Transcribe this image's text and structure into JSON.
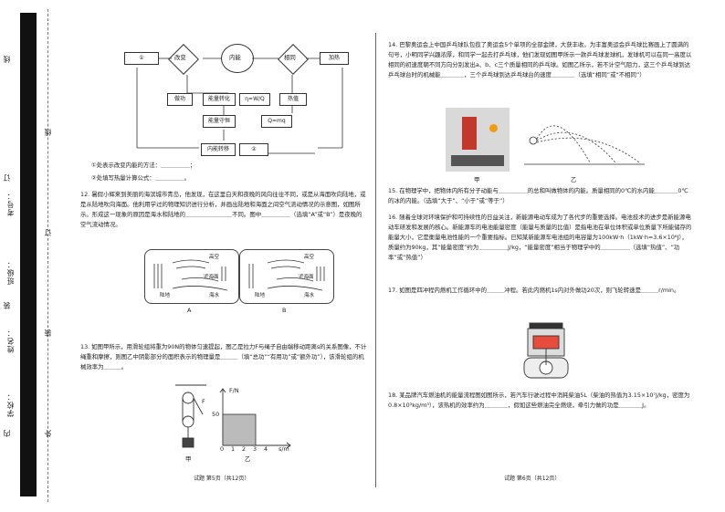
{
  "binding": {
    "labels": [
      "学校：",
      "姓名：",
      "班级：",
      "考号："
    ],
    "marks": [
      "外",
      "装",
      "订",
      "线",
      "内",
      "装",
      "订",
      "线"
    ]
  },
  "diagram": {
    "nodes": {
      "n1": "①",
      "n_change": "改变",
      "n_inner": "内能",
      "n_equal": "相同",
      "n_heat": "加热",
      "n_doing": "做功",
      "n_energy_conv": "能量转化",
      "n_eta": "η=W/Q",
      "n_calc": "热值",
      "n_energy_cons": "能量守恒",
      "n_qmq": "Q=mq",
      "n_transfer": "内能转移",
      "n2": "②"
    }
  },
  "left": {
    "q11_sub1": "①处表示改变内能的方法：",
    "q11_sub2": "②处填写热量计算公式：",
    "q12_text": "12. 暑假小辉来到美丽的海滨城市青岛，他发现，在这里白天和夜晚的风向往往不同，或是从海面吹向陆地，或是从陆地吹向海面。他利用学过的物理知识进行分析，并画出陆地和海面之间空气流动情况的示意图，如图所示。形成这一现象的原因是海水和陆地的＿＿＿＿＿＿＿＿不同。图中＿＿＿＿＿（选填“A”或“B”）是夜晚的空气流动情况。",
    "figA": {
      "sky": "高空",
      "near_sea": "近海面",
      "land": "陆地",
      "sea": "海水",
      "label": "A"
    },
    "figB": {
      "sky": "高空",
      "near_sea": "近海面",
      "land": "陆地",
      "sea": "海水",
      "label": "B"
    },
    "q13_text": "13. 如图甲所示，用滑轮组将重为90N的物体匀速提起，图乙是拉力F与绳子自由端移动距离s的关系图像，不计绳重和摩擦，则图乙中阴影部分的面积表示的物理量是＿＿＿（填“总功”“有用功”或“额外功”），该滑轮组的机械效率为＿＿＿。",
    "fig13": {
      "F_label": "F",
      "jia": "甲",
      "yi": "乙",
      "yaxis": "F/N",
      "xaxis": "s/m",
      "ytick": "50",
      "xticks": [
        "0",
        "1",
        "2",
        "3",
        "4"
      ]
    },
    "footer": "试题 第5页（共12页）"
  },
  "right": {
    "q14_text": "14. 巴黎奥运会上中国乒乓球队包揽了奥运会5个单项的全部金牌，大获丰收。为丰富奥运会乒乓球比赛画上了圆满的句号，小明同学兴趣浓厚，和同学一起去打乒乓球，他们发现如图甲所示一款乒乓球发球机，发球机可以在同一高度以相同的初速度朝不同方向分别发出a、b、c三个质量相同的乒乓球。如图乙所示，若不计空气阻力，这三个乒乓球到达乒乓球台时的机械能＿＿＿＿，三个乒乓球到达乒乓球台的速度＿＿＿＿（选填“相同”或“不相同”）",
    "fig14": {
      "jia": "甲",
      "yi": "乙"
    },
    "q15_text": "15. 在物理学中，把物体内所有分子动能与＿＿＿＿＿的总和叫做物体的内能。质量相同的0℃的水内能＿＿＿＿0℃的冰的内能。（选填“大于”、“小于”或“等于”）",
    "q16_text": "16. 随着全球对环境保护和可持续性的日益关注，新能源电动车成为了各代步的重要选择。电池技术的进步是新能源电动车研发和发展的核心。新能源车的电池能量密度（能量与质量的比值）是指电池在单位体积或单位质量下所能储存的能量大小，它是衡量电池性能的一个重要指标。已知某新能源车电池组的电容量为100kW·h（1kW·h=3.6×10⁶J），质量约为90kg，其“能量密度”约为＿＿＿＿＿J/kg，“能量密度”相当于物理学中的＿＿＿＿＿（选填“热值”、“功率”或“热值”）",
    "q17_text": "17. 如图是四冲程内燃机工作循环中的＿＿＿冲程。若此内燃机1s内对外做功20次，则飞轮转速是＿＿＿r/min。",
    "q18_text": "18. 某品牌汽车燃油机的能量流程图如图所示，若汽车行驶过程中消耗柴油5L（柴油的热值为3.15×10⁷J/kg，密度为0.8×10³kg/m³），该热机的效率约为＿＿＿＿，假如这些燃油完全燃烧，牵引力做的功是＿＿＿＿J。",
    "footer": "试题 第6页（共12页）"
  }
}
